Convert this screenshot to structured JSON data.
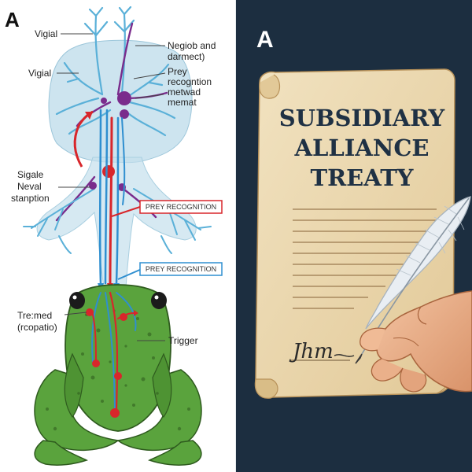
{
  "left_panel": {
    "letter": "A",
    "labels": {
      "vigial_top": "Vigial",
      "vigial_mid": "Vigial",
      "negiob_line1": "Negiob and",
      "negiob_line2": "darmect)",
      "prey_line1": "Prey",
      "prey_line2": "recogntion",
      "prey_line3": "metwad",
      "prey_line4": "memat",
      "sigale_line1": "Sigale",
      "sigale_line2": "Neval",
      "sigale_line3": "stanption",
      "treamed_line1": "Tre:med",
      "treamed_line2": "(rcopatio)",
      "trigger": "Trigger"
    },
    "boxes": {
      "red_box": "PREY RECOGNITION",
      "blue_box": "PREY RECOGNITION"
    },
    "colors": {
      "red_signal": "#d8262b",
      "blue_signal": "#2f8fd0",
      "purple_signal": "#7a2c8c",
      "frog_green": "#5aa33d"
    }
  },
  "right_panel": {
    "letter": "A",
    "title_line1": "SUBSIDIARY",
    "title_line2": "ALLIANCE",
    "title_line3": "TREATY",
    "signature": "Jhm",
    "colors": {
      "background": "#1c2e40",
      "parchment": "#ecd9b2",
      "title_ink": "#1f3144"
    }
  }
}
